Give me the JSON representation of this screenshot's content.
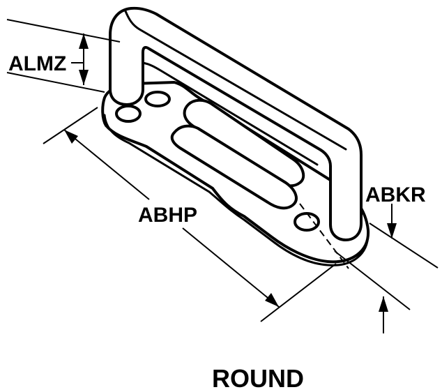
{
  "labels": {
    "almz": "ALMZ",
    "abhp": "ABHP",
    "abkr": "ABKR",
    "caption": "ROUND"
  },
  "colors": {
    "ink": "#000000",
    "background": "#ffffff"
  }
}
